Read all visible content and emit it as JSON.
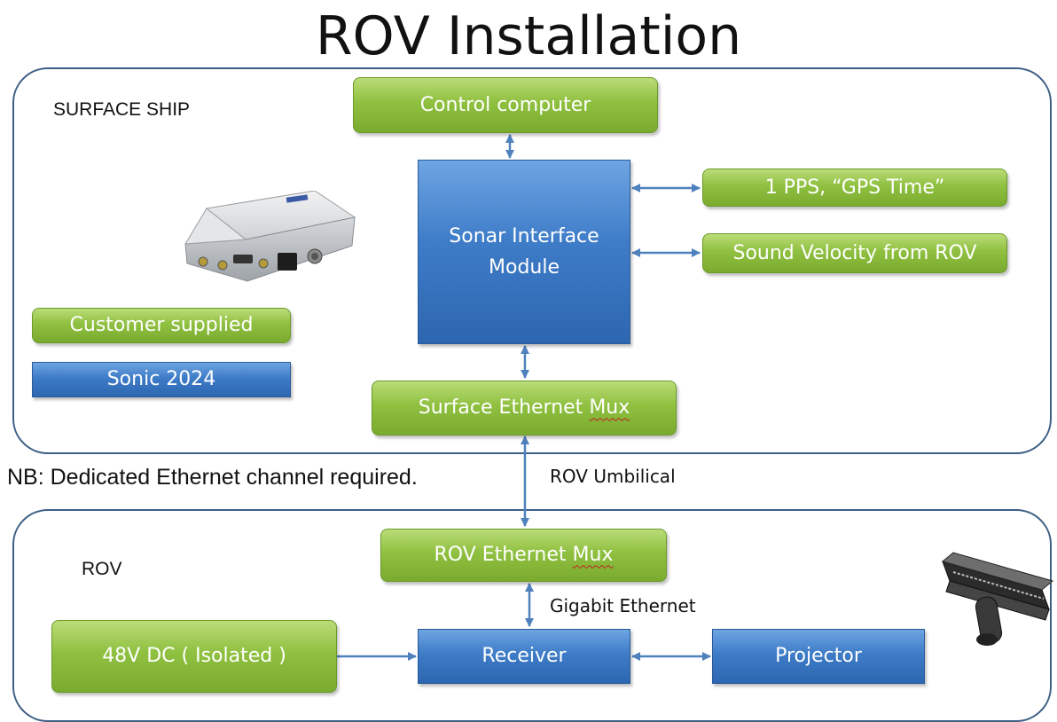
{
  "title": "ROV Installation",
  "surface_zone": {
    "label": "SURFACE SHIP"
  },
  "rov_zone": {
    "label": "ROV"
  },
  "boxes": {
    "control_computer": "Control computer",
    "sonar_interface_line1": "Sonar Interface",
    "sonar_interface_line2": "Module",
    "pps": "1 PPS, “GPS Time”",
    "sound_velocity": "Sound Velocity from ROV",
    "customer_supplied": "Customer supplied",
    "sonic": "Sonic 2024",
    "surface_mux_prefix": "Surface Ethernet ",
    "surface_mux_suffix": "Mux",
    "rov_mux_prefix": "ROV Ethernet ",
    "rov_mux_suffix": "Mux",
    "power": "48V DC ( Isolated )",
    "receiver": "Receiver",
    "projector": "Projector"
  },
  "note": "NB: Dedicated Ethernet channel required.",
  "connection_labels": {
    "umbilical": "ROV Umbilical",
    "gigabit": "Gigabit Ethernet"
  },
  "colors": {
    "green": "#8fc040",
    "blue": "#3e7cc8",
    "arrow": "#4f81bd",
    "zone_border": "#3d5f86"
  }
}
